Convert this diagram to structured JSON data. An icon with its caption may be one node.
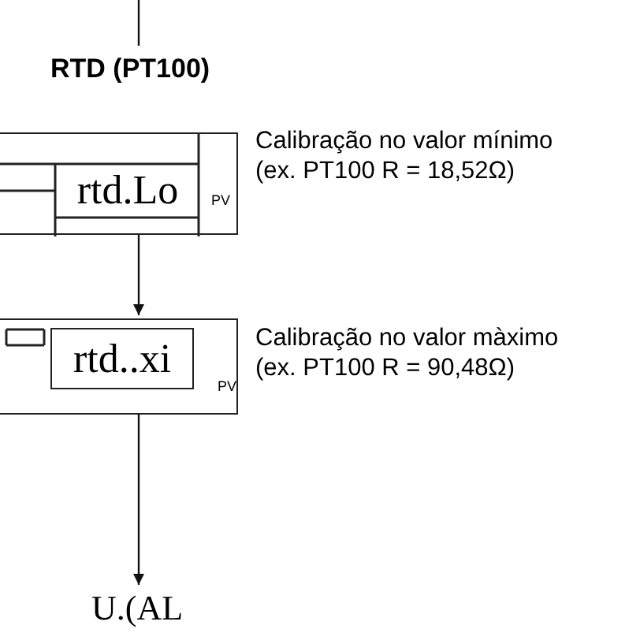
{
  "diagram": {
    "nodes": [
      {
        "text": [
          "RTD (PT100)"
        ]
      },
      {
        "text": [
          "rtd.Lo",
          "PV"
        ],
        "beside": [
          "Calibração no valor mínimo (ex. PT100 R = 18,52Ω)"
        ]
      },
      {
        "text": [
          "rtd..xi",
          "PV"
        ],
        "beside": [
          "Calibração no valor màximo (ex. PT100 R = 90,48Ω)"
        ]
      },
      {
        "text": [
          "U.(AL"
        ]
      }
    ],
    "edges": [
      {
        "from": null,
        "to": 0,
        "arrow": "none"
      },
      {
        "from": 1,
        "to": 2,
        "arrow": "to"
      },
      {
        "from": 2,
        "to": 3,
        "arrow": "to"
      }
    ]
  }
}
